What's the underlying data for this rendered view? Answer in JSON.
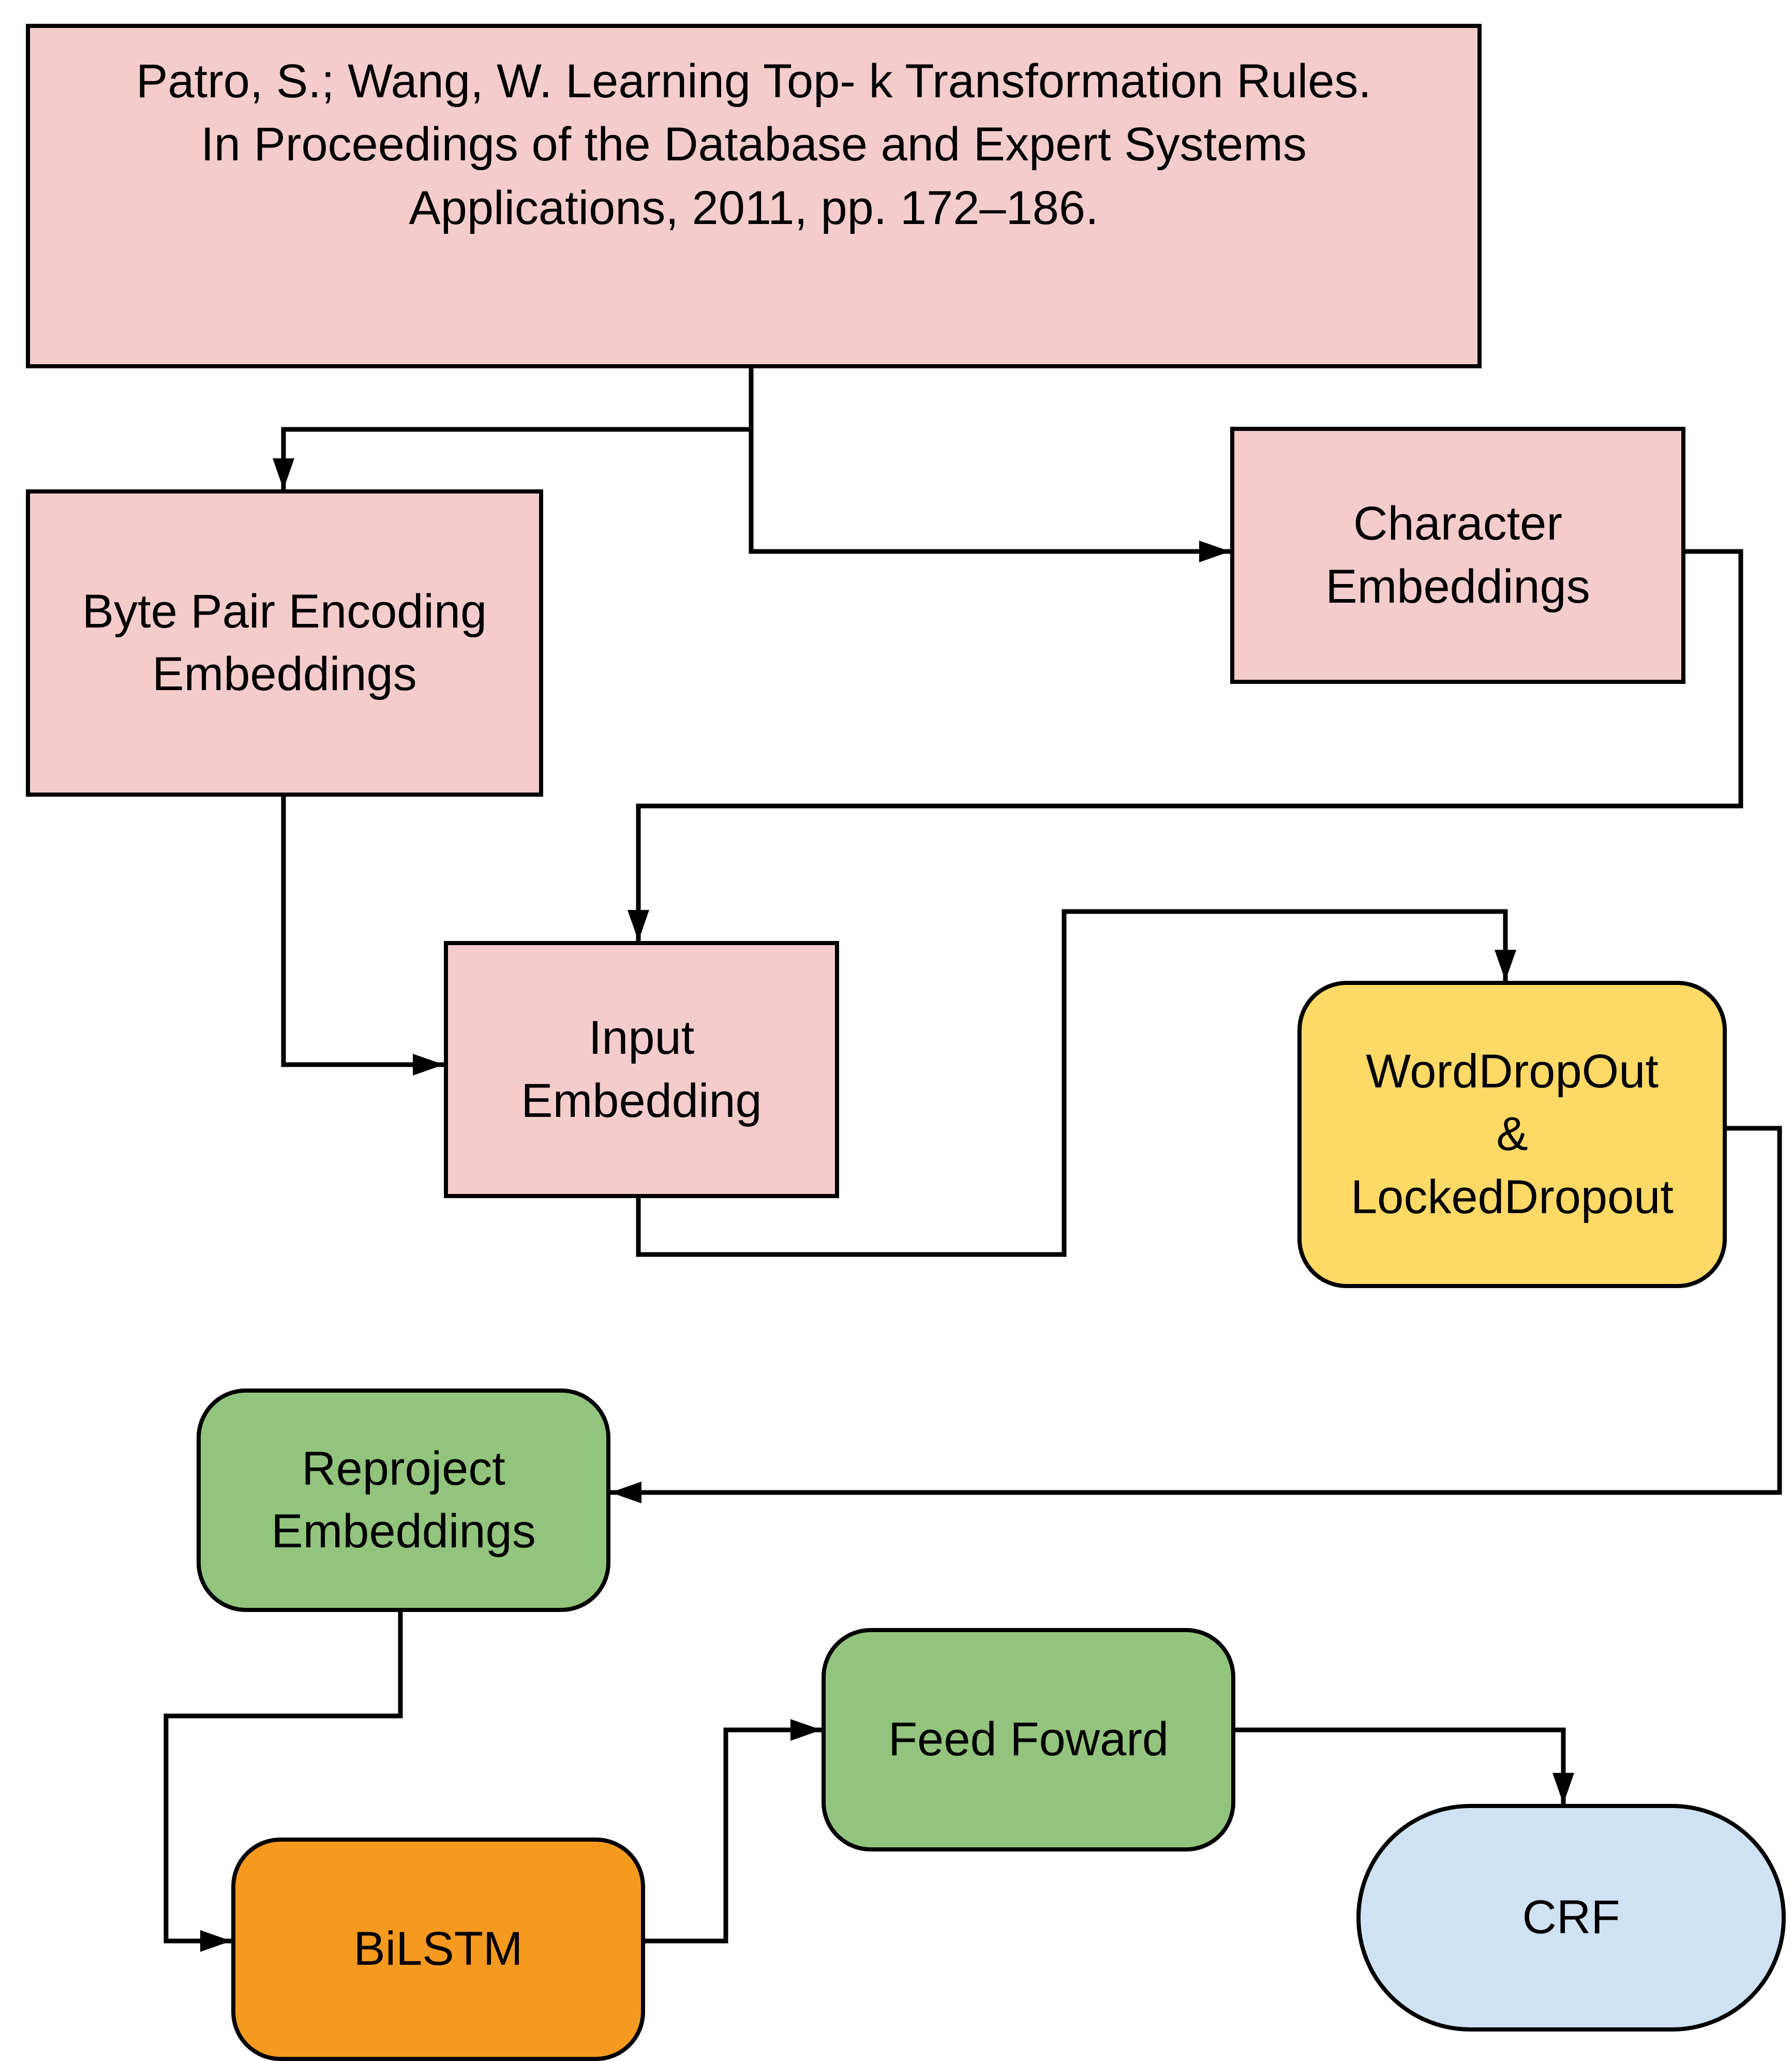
{
  "diagram": {
    "nodes": {
      "citation": "Patro, S.; Wang, W. Learning Top- k Transformation Rules.\nIn Proceedings of the Database and Expert Systems\nApplications, 2011, pp. 172–186.",
      "bpe": "Byte Pair Encoding\nEmbeddings",
      "char": "Character\nEmbeddings",
      "input": "Input\nEmbedding",
      "dropout": "WordDropOut\n&\nLockedDropout",
      "reproject": "Reproject\nEmbeddings",
      "bilstm": "BiLSTM",
      "feedforward": "Feed Foward",
      "crf": "CRF"
    },
    "edges": [
      {
        "from": "citation",
        "to": "bpe"
      },
      {
        "from": "citation",
        "to": "char"
      },
      {
        "from": "char",
        "to": "input"
      },
      {
        "from": "bpe",
        "to": "input"
      },
      {
        "from": "input",
        "to": "dropout"
      },
      {
        "from": "dropout",
        "to": "reproject"
      },
      {
        "from": "reproject",
        "to": "bilstm"
      },
      {
        "from": "bilstm",
        "to": "feedforward"
      },
      {
        "from": "feedforward",
        "to": "crf"
      }
    ],
    "colors": {
      "pink": "#f4cccc",
      "yellow": "#ffd966",
      "green": "#93c47d",
      "orange": "#f6991f",
      "blue": "#cfe2f3",
      "line": "#000000"
    }
  }
}
